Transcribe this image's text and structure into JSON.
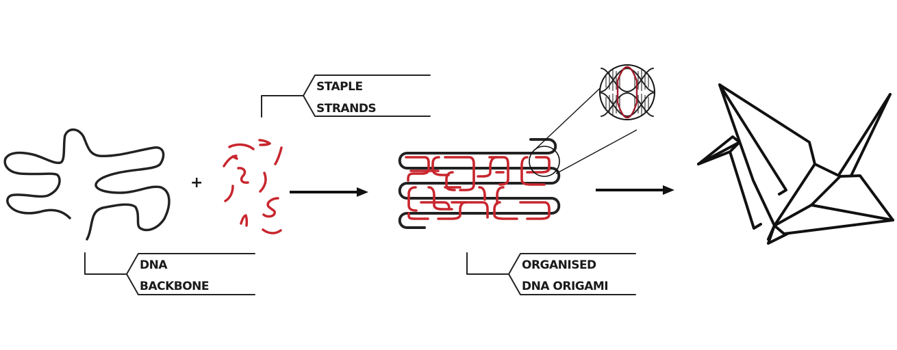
{
  "labels": {
    "dna_backbone": {
      "line1": "DNA",
      "line2": "BACKBONE"
    },
    "staple_strands": {
      "line1": "STAPLE",
      "line2": "STRANDS"
    },
    "organised_origami": {
      "line1": "ORGANISED",
      "line2": "DNA ORIGAMI"
    }
  },
  "operator": "+",
  "colors": {
    "strand": "#222222",
    "staple": "#c8262e",
    "background": "#ffffff"
  },
  "stages": [
    {
      "name": "dna-backbone",
      "icon": "scaffold-strand-icon"
    },
    {
      "name": "staple-strands",
      "icon": "staple-fragments-icon"
    },
    {
      "name": "organised-dna-origami",
      "icon": "folded-lattice-icon"
    },
    {
      "name": "final-shape",
      "icon": "origami-crane-icon"
    }
  ]
}
